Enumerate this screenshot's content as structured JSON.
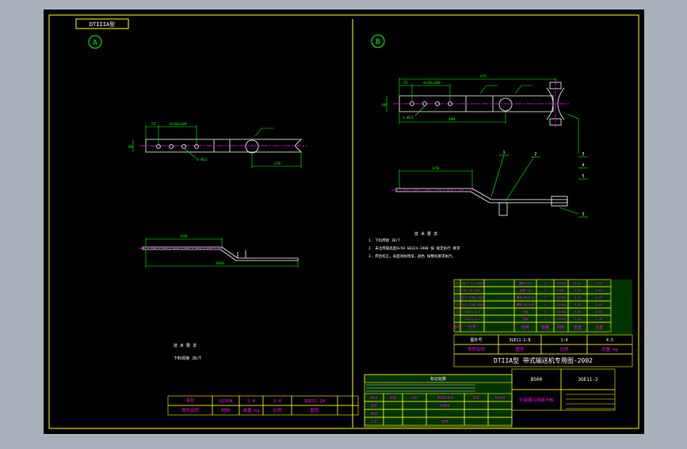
{
  "colors": {
    "background": "#000000",
    "frame": "#ffff00",
    "part": "#ffffff",
    "dimension": "#00ff00",
    "centerline": "#ff00ff",
    "table_text": "#ff00ff",
    "table_fill": "#003300",
    "window": "#a8b0bc"
  },
  "drawing": {
    "code_label": "DTIIIA型",
    "view_a_label": "A",
    "view_b_label": "B",
    "view_a": {
      "dim_top_left": "55",
      "dim_top_mid": "4×50=200",
      "dim_left_vertical": "60",
      "dim_hole": "4-Ø13",
      "dim_right_len": "270",
      "dim_bottom_len": "1020",
      "dim_bent_len": "670",
      "tech_title": "技 术 要 求",
      "tech_note": "下料焊接 JB/T"
    },
    "view_b": {
      "dim_top_total": "975",
      "dim_top_left": "55",
      "dim_top_mid": "4×50=200",
      "dim_mid_len": "490",
      "dim_hole": "4-Ø13",
      "dim_left_vertical": "60",
      "dim_bent_len": "670",
      "leaders": [
        "1",
        "2",
        "3",
        "4",
        "5",
        "3"
      ],
      "tech_title": "技 术 要 求",
      "tech_notes": [
        "1. 下料焊接 JB/T",
        "2. 未注焊缝高度8×50 GB324—1988 按 规定执行 要求",
        "3. 焊后校正，表面涂防锈漆，颜色 按整机要求执行。"
      ]
    }
  },
  "title_block_a": {
    "row1": [
      "序号",
      "Q235A",
      "2.4",
      "1:4",
      "3GE11-2A",
      ""
    ],
    "row2": [
      "零件名称",
      "材料",
      "单重 kg",
      "比例",
      "图号",
      ""
    ]
  },
  "parts_list": {
    "rows": [
      [
        "6",
        "GB/T 41-2000",
        "螺母 M12",
        "2",
        "Q235A",
        "0.02",
        "0.04"
      ],
      [
        "5",
        "GB 93-1987",
        "垫圈 12",
        "2",
        "65Mn",
        "0.01",
        "0.02"
      ],
      [
        "4",
        "GB/T 5780-2000",
        "螺栓 M12×70",
        "1",
        "Q235A",
        "0.07",
        "0.07"
      ],
      [
        "3",
        "GB/T 5780-2000",
        "螺栓 M12×45",
        "1",
        "Q235A",
        "0.05",
        "0.05"
      ],
      [
        "2",
        "3GE11-2-1",
        "卡板",
        "1",
        "Q235A",
        "0.85",
        "0.85"
      ],
      [
        "1",
        "3GE11-2-2",
        "支板",
        "1",
        "Q235A",
        "1.10",
        "1.10"
      ]
    ],
    "header": [
      "序号",
      "代号",
      "名称",
      "数量",
      "材料",
      "单重",
      "总重"
    ],
    "info_row": [
      "图件号",
      "3GE11-2-B",
      "1:4",
      "4.5"
    ],
    "info_row2": [
      "零件名称",
      "图号",
      "比例",
      "总重 kg"
    ],
    "title": "DTIIA型 带式输送机专用图-2002",
    "main_title_left": "B500",
    "main_code": "3GE11-2",
    "main_name": "头部漏斗挡板卡板"
  },
  "revision_table": {
    "title": "标记处数",
    "rows": [
      [
        "标记",
        "处数",
        "分区",
        "更改文件号",
        "签名",
        "年月日"
      ],
      [
        "设计",
        "",
        "",
        "标准化",
        "",
        ""
      ],
      [
        "审核",
        "",
        "",
        "",
        "",
        ""
      ],
      [
        "工艺",
        "",
        "",
        "批准",
        "",
        ""
      ]
    ]
  }
}
